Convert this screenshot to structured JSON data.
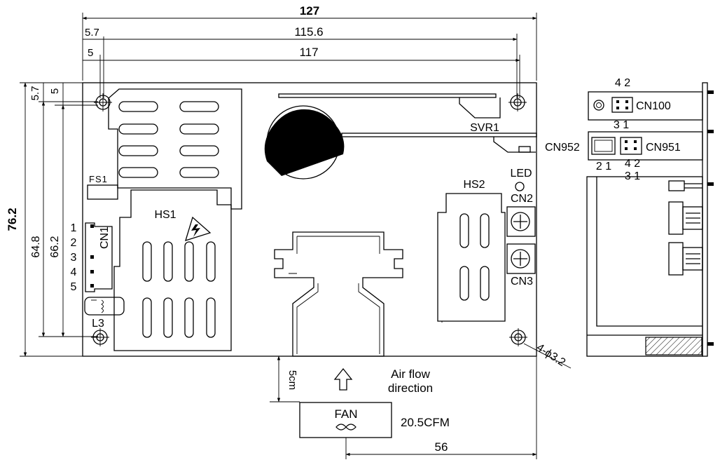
{
  "dimensions": {
    "overall_width": "127",
    "hole_offset_top": "5.7",
    "hole_span_top": "115.6",
    "hole_offset_lower": "5",
    "hole_span_lower": "117",
    "overall_height": "76.2",
    "height_64_8": "64.8",
    "height_66_2": "66.2",
    "edge_5_7": "5.7",
    "edge_5": "5",
    "fan_gap": "5cm",
    "fan_offset": "56",
    "holes": "4-ϕ3.2"
  },
  "components": {
    "svr1": "SVR1",
    "led": "LED",
    "cn2": "CN2",
    "cn3": "CN3",
    "hs2": "HS2",
    "hs1": "HS1",
    "fs1": "FS1",
    "cn1": "CN1",
    "l3": "L3",
    "cn1_pins": [
      "1",
      "2",
      "3",
      "4",
      "5"
    ]
  },
  "airflow": {
    "line1": "Air flow",
    "line2": "direction",
    "fan_label": "FAN",
    "cfm": "20.5CFM"
  },
  "side_view": {
    "cn100": "CN100",
    "cn952": "CN952",
    "cn951": "CN951",
    "cn100_top_pins": "4 2",
    "cn100_bottom_pins": "3 1",
    "cn952_pins": "2 1",
    "cn951_top_pins": "4 2",
    "cn951_bottom_pins": "3 1"
  }
}
